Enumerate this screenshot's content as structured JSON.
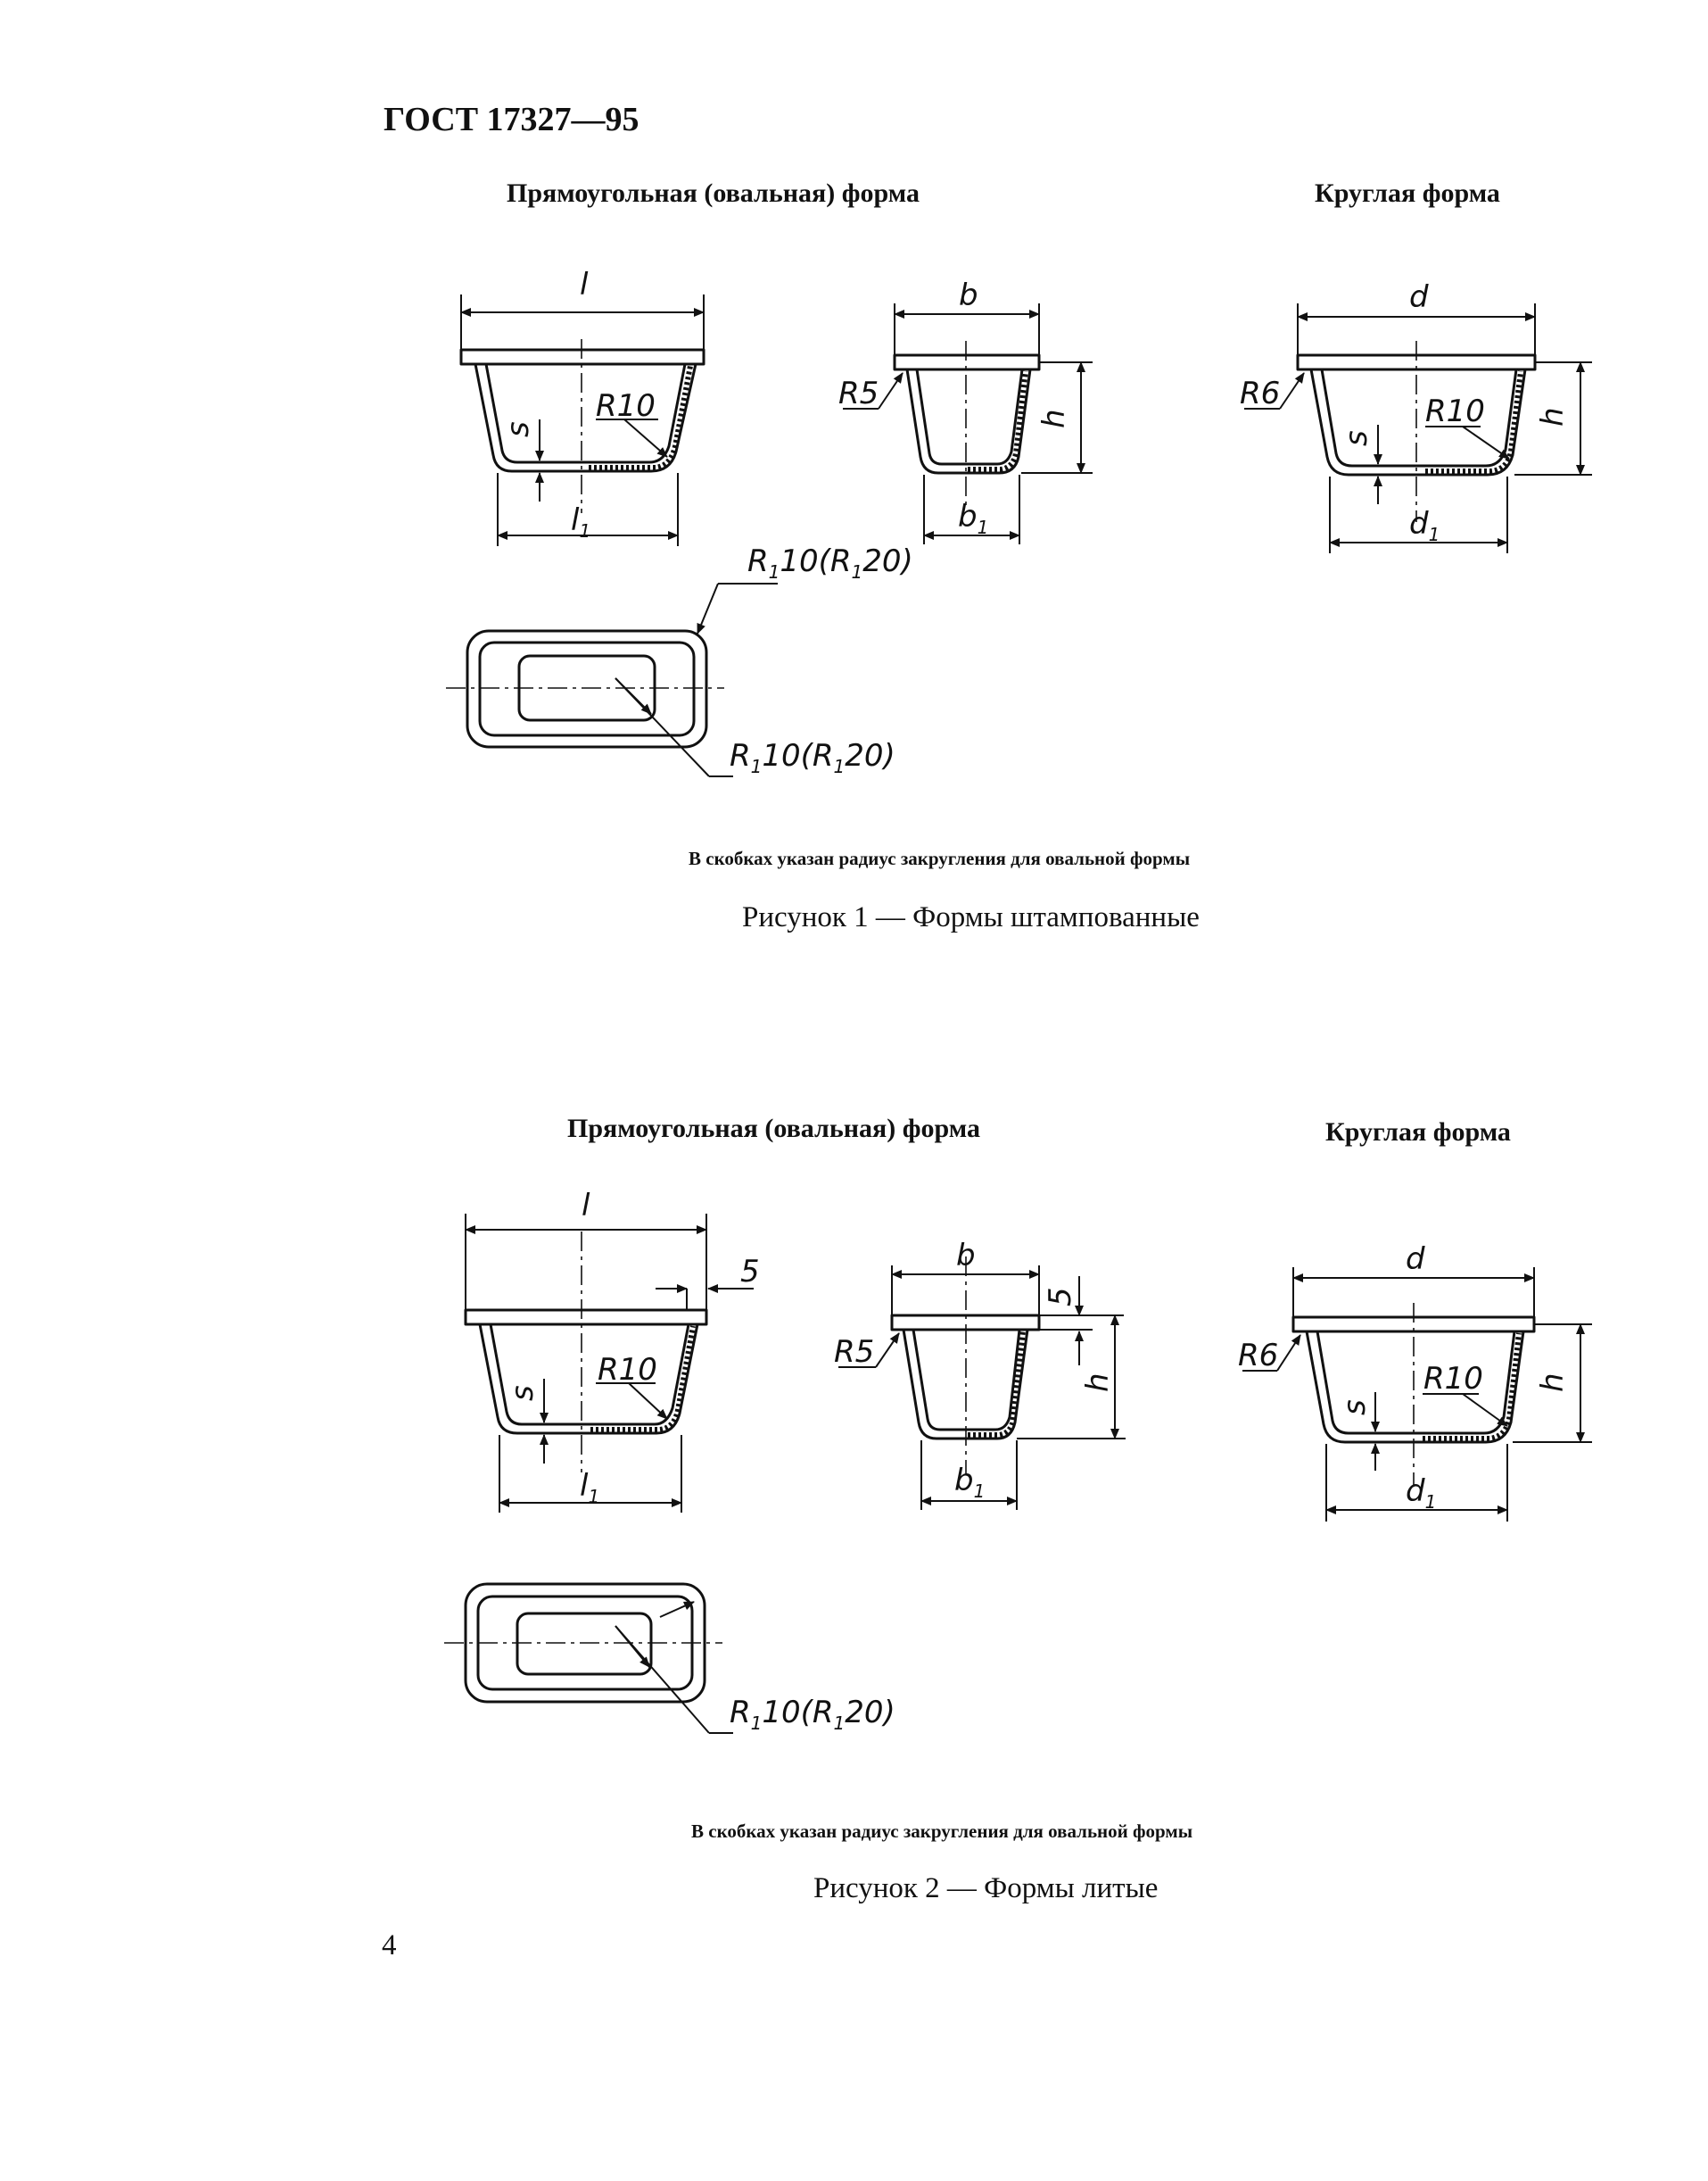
{
  "header": {
    "standard": "ГОСТ 17327—95"
  },
  "figure1": {
    "heading_rect": "Прямоугольная (овальная) форма",
    "heading_round": "Круглая форма",
    "note": "В скобках указан радиус закругления для овальной формы",
    "caption": "Рисунок 1 — Формы штампованные",
    "labels": {
      "l": "l",
      "l1": "l",
      "b": "b",
      "b1": "b",
      "d": "d",
      "d1": "d",
      "s": "s",
      "h": "h",
      "r10": "R10",
      "r5": "R5",
      "r6": "R6",
      "r1_top": "R",
      "r1_top_rest": "10(R",
      "r1_top_end": "20)",
      "r1_bot": "R",
      "r1_bot_rest": "10(R",
      "r1_bot_end": "20)",
      "sub1": "1"
    }
  },
  "figure2": {
    "heading_rect": "Прямоугольная (овальная) форма",
    "heading_round": "Круглая форма",
    "note": "В скобках указан радиус закругления для овальной формы",
    "caption": "Рисунок 2 — Формы литые",
    "labels": {
      "l": "l",
      "l1": "l",
      "b": "b",
      "b1": "b",
      "d": "d",
      "d1": "d",
      "s": "s",
      "h": "h",
      "r10": "R10",
      "r5": "R5",
      "r6": "R6",
      "five": "5",
      "r1_bot": "R",
      "r1_bot_rest": "10(R",
      "r1_bot_end": "20)",
      "sub1": "1"
    }
  },
  "footer": {
    "page_number": "4"
  }
}
